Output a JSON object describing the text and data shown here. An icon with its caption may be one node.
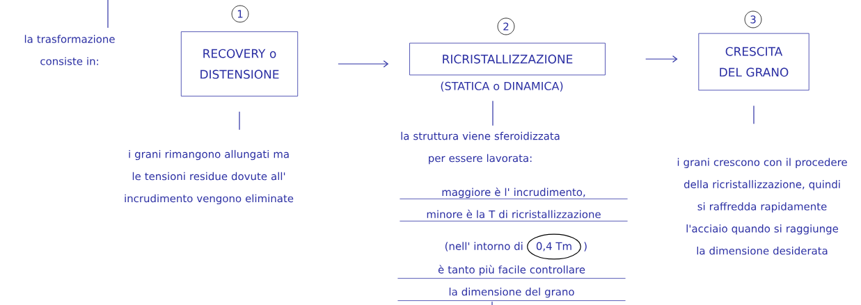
{
  "diagram": {
    "nodes": [
      {
        "text": [
          "la trasformazione consiste in:"
        ]
      },
      {
        "text": [
          "1"
        ]
      },
      {
        "text": [
          "RECOVERY o DISTENSIONE"
        ]
      },
      {
        "text": [
          "i grani rimangono allungati ma le tensioni residue dovute all' incrudimento vengono eliminate"
        ]
      },
      {
        "text": [
          "2"
        ]
      },
      {
        "text": [
          "RICRISTALLIZZAZIONE"
        ],
        "beside": [
          "(STATICA o DINAMICA)"
        ]
      },
      {
        "text": [
          "la struttura viene sferoidizzata per essere lavorata:",
          "maggiore è l' incrudimento, minore è la T di ricristallizzazione",
          "(nell' intorno di",
          ")",
          "è tanto più facile controllare la dimensione del grano"
        ]
      },
      {
        "text": [
          "0,4 Tm"
        ],
        "in": 6
      },
      {
        "text": [
          "3"
        ]
      },
      {
        "text": [
          "CRESCITA DEL GRANO"
        ]
      },
      {
        "text": [
          "i grani crescono con il procedere della ricristallizzazione, quindi si raffredda rapidamente l'acciaio quando si raggiunge la dimensione desiderata"
        ]
      }
    ],
    "edges": [
      {
        "from": null,
        "to": 0,
        "arrow": "none"
      },
      {
        "from": 2,
        "to": 5,
        "arrow": "to"
      },
      {
        "from": 5,
        "to": 9,
        "arrow": "to"
      },
      {
        "from": 2,
        "to": 3,
        "arrow": "none"
      },
      {
        "from": 5,
        "to": 6,
        "arrow": "none"
      },
      {
        "from": 9,
        "to": 10,
        "arrow": "none"
      },
      {
        "from": 6,
        "to": null,
        "arrow": "none"
      }
    ]
  }
}
